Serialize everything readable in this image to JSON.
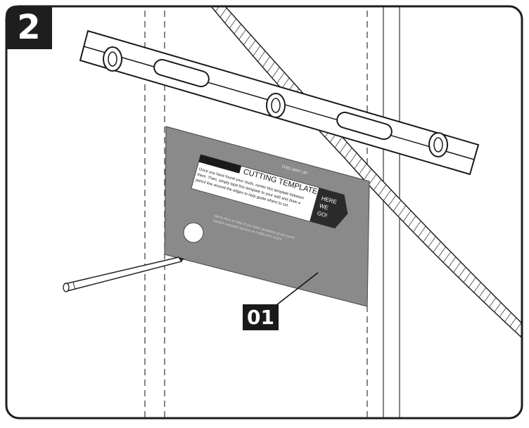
{
  "step": {
    "number": "2"
  },
  "part_label": "01",
  "template": {
    "orientation": "THIS WAY UP",
    "title": "CUTTING TEMPLATE",
    "instructions": [
      "Once you have found your studs, center this template between",
      "them. Then, simply tape this template to your wall and draw a",
      "pencil line around the edges to help guide where to cut."
    ],
    "arrow_lines": [
      "HERE",
      "WE",
      "GO!"
    ],
    "help_lines": [
      "We're here to help! If you have questions at any point,",
      "contact customer service at 1-800-XXX-XXXX"
    ]
  },
  "colors": {
    "frame": "#1e1e1e",
    "template_gray": "#8a8a8a",
    "arrow_dark": "#2b2b2b",
    "level_fill": "#ffffff"
  },
  "icons": [
    "level-icon",
    "pencil-icon",
    "tape-measure-icon",
    "wall-stud-lines"
  ]
}
